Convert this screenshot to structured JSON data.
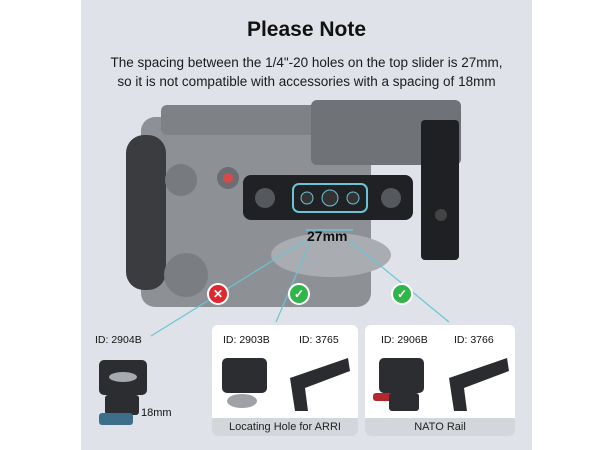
{
  "title": "Please Note",
  "description_line1": "The spacing between the 1/4\"-20 holes on the top slider is 27mm,",
  "description_line2": "so it is not compatible with accessories with a spacing of 18mm",
  "measurement_label": "27mm",
  "incompatible": {
    "id": "ID: 2904B",
    "spacing": "18mm",
    "icon": "x-icon"
  },
  "compatible_groups": [
    {
      "ids": [
        "ID: 2903B",
        "ID: 3765"
      ],
      "caption": "Locating Hole for ARRI",
      "icon": "check-icon"
    },
    {
      "ids": [
        "ID: 2906B",
        "ID: 3766"
      ],
      "caption": "NATO Rail",
      "icon": "check-icon"
    }
  ],
  "colors": {
    "background": "#dfe3e9",
    "error": "#e0262e",
    "ok": "#2fb54a",
    "accent_line": "#6cc3d5"
  }
}
